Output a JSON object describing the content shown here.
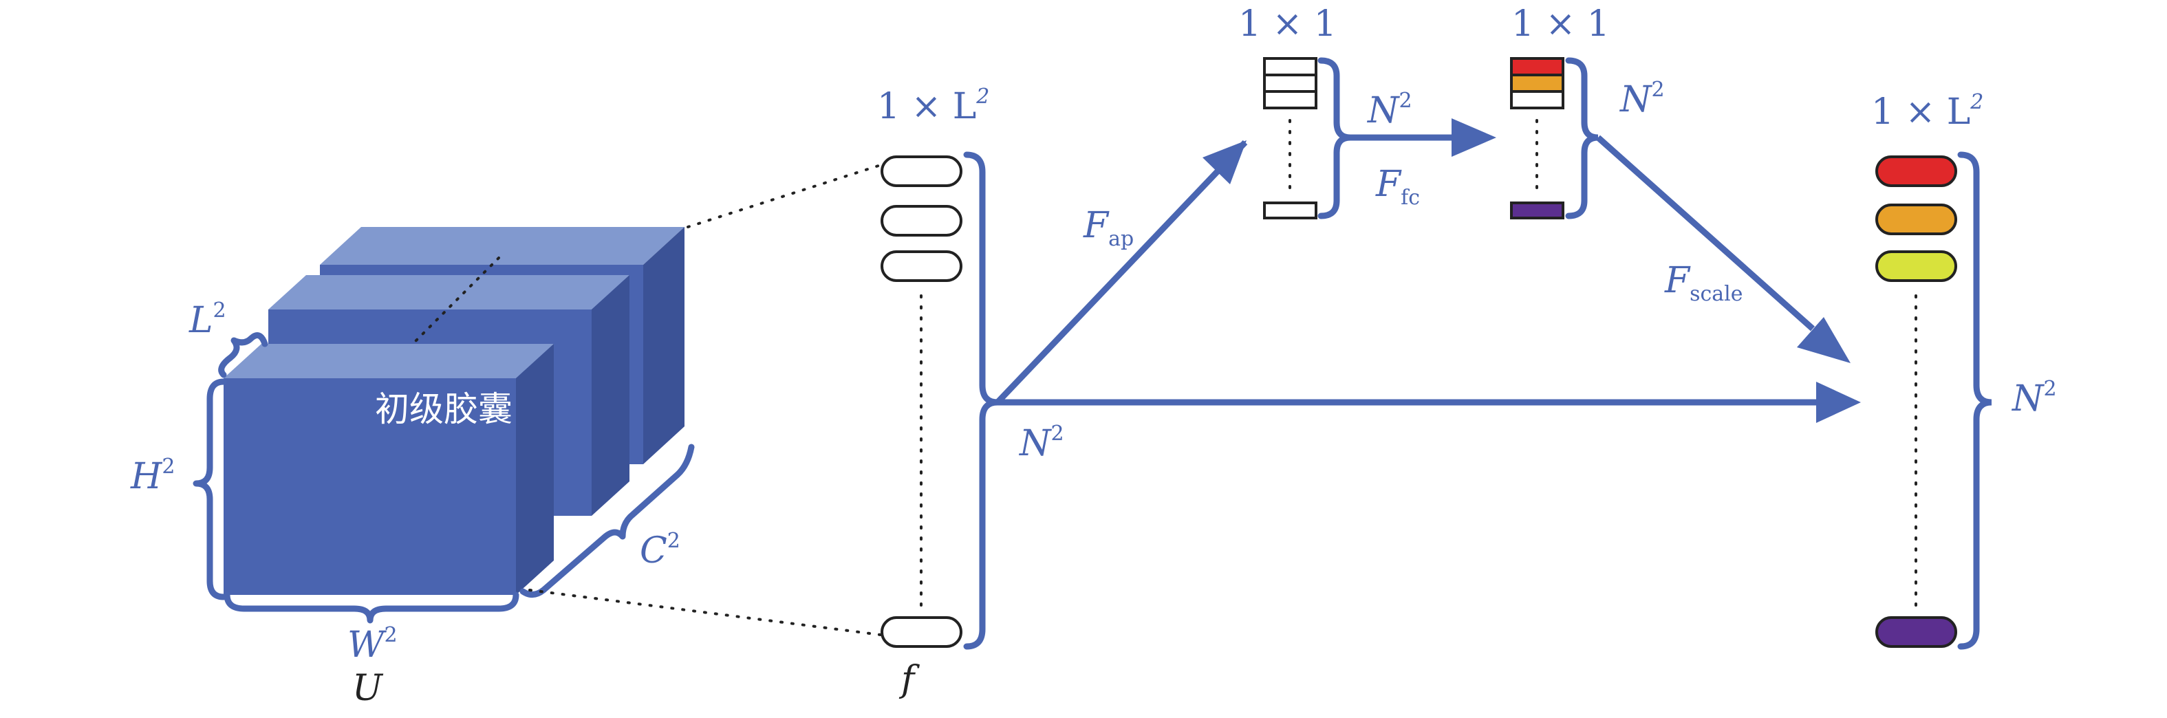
{
  "colors": {
    "accent": "#4a66b2",
    "cube_front": "#4a64b0",
    "cube_top": "#8199cf",
    "cube_side": "#3b5296",
    "line": "#4a66b2",
    "dots": "#222222",
    "red": "#e0282a",
    "orange": "#e8a12a",
    "yellow": "#d8e23c",
    "purple": "#5b2f8f"
  },
  "labels": {
    "L2": "L",
    "H2": "H",
    "C2": "C",
    "W2": "W",
    "U": "U",
    "cube_text": "初级胶囊",
    "sup2": "2",
    "f": "f",
    "F": "F",
    "ap": "ap",
    "fc": "fc",
    "scale": "scale",
    "N": "N",
    "dim_1xL2": "1 × L",
    "dim_1x1": "1 × 1"
  }
}
